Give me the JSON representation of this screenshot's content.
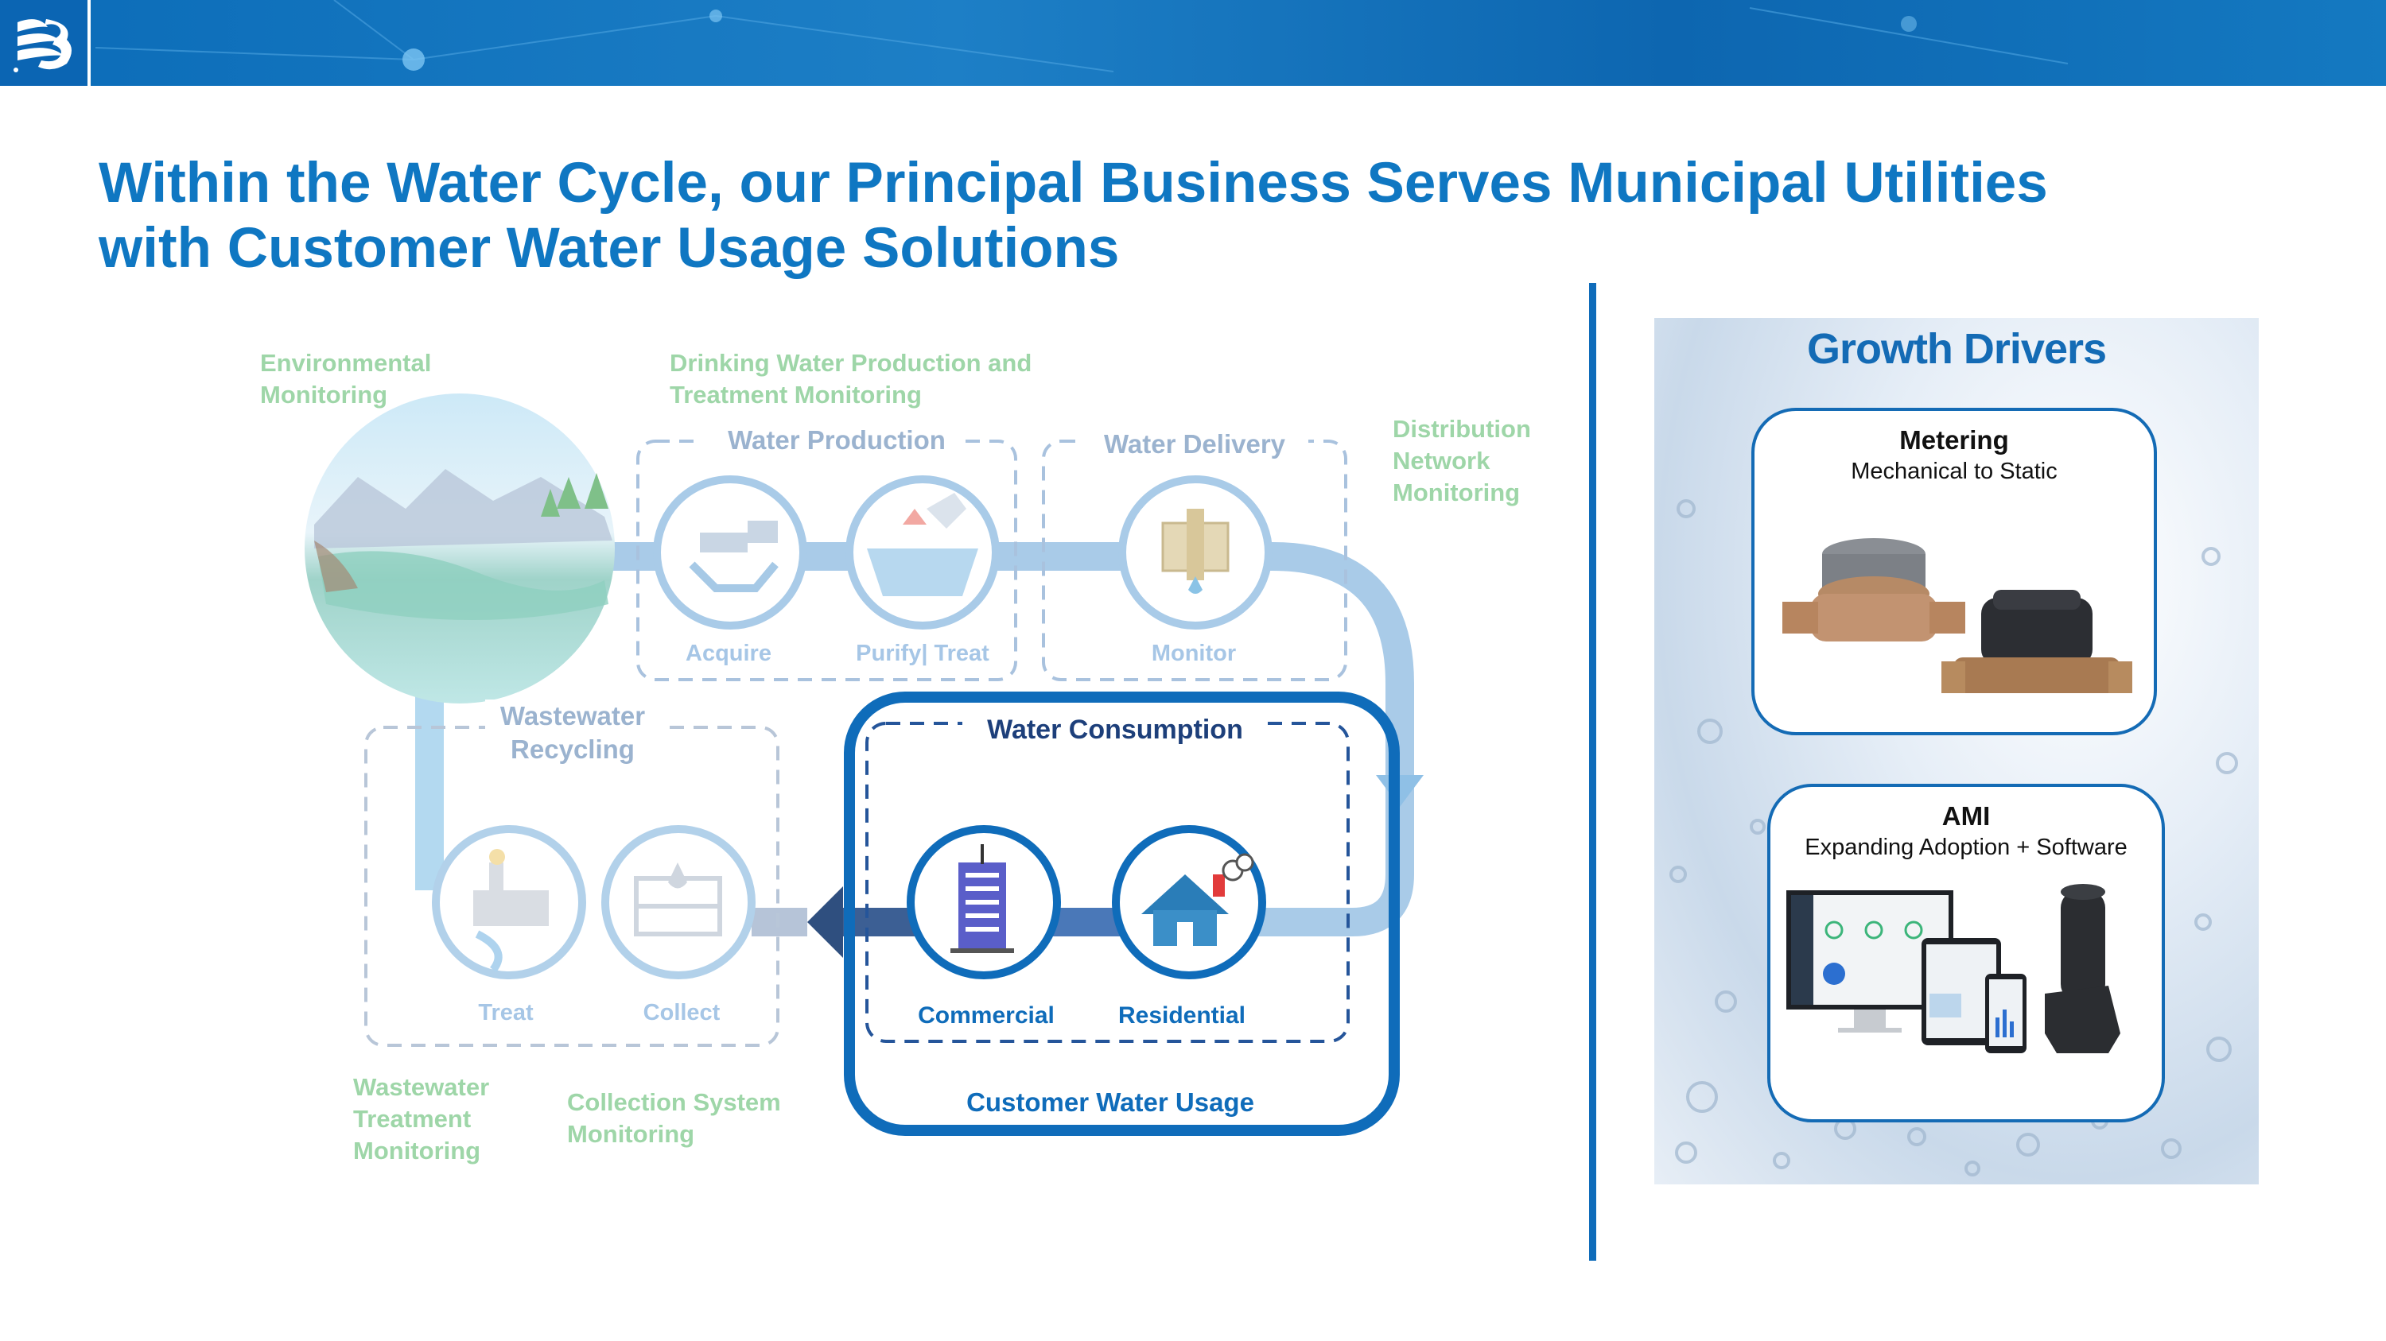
{
  "title": {
    "line1": "Within the Water Cycle, our Principal Business Serves Municipal Utilities",
    "line2": "with Customer Water Usage Solutions"
  },
  "diagram": {
    "environmental_monitoring": [
      "Environmental",
      "Monitoring"
    ],
    "drinking_water_monitoring": [
      "Drinking Water Production and",
      "Treatment Monitoring"
    ],
    "distribution_monitoring": [
      "Distribution",
      "Network",
      "Monitoring"
    ],
    "water_production": "Water Production",
    "water_delivery": "Water Delivery",
    "acquire": "Acquire",
    "purify_treat": "Purify| Treat",
    "monitor": "Monitor",
    "wastewater_recycling": [
      "Wastewater",
      "Recycling"
    ],
    "treat": "Treat",
    "collect": "Collect",
    "water_consumption": "Water Consumption",
    "commercial": "Commercial",
    "residential": "Residential",
    "customer_water_usage": "Customer Water Usage",
    "wastewater_treatment_monitoring": [
      "Wastewater",
      "Treatment",
      "Monitoring"
    ],
    "collection_system_monitoring": [
      "Collection System",
      "Monitoring"
    ]
  },
  "growth_drivers": {
    "title": "Growth Drivers",
    "metering": {
      "title": "Metering",
      "subtitle": "Mechanical to Static"
    },
    "ami": {
      "title": "AMI",
      "subtitle": "Expanding Adoption + Software"
    }
  },
  "colors": {
    "brand_blue": "#0f77c2",
    "dark_blue": "#0f6cba",
    "faded_green": "#9ed6a8",
    "faded_blue": "#a9cbe8"
  }
}
